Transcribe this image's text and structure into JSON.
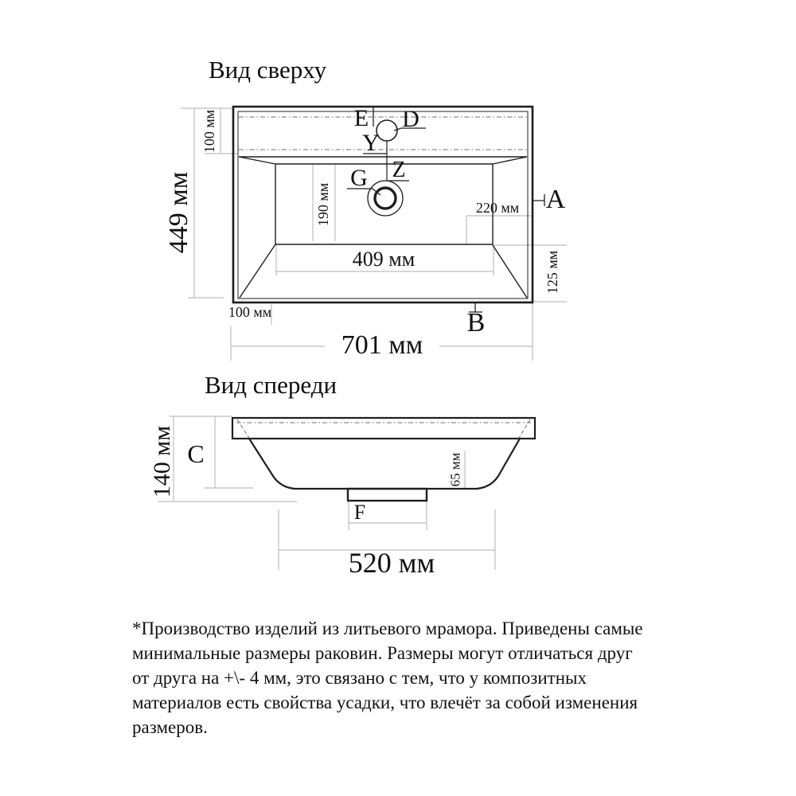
{
  "colors": {
    "background": "#ffffff",
    "line": "#1f1f1f",
    "dimension_line": "#bdbdbd",
    "dashed_line": "#6f6f6f",
    "text": "#111111"
  },
  "top_view": {
    "title": "Вид сверху",
    "dim_overall_height": "449 мм",
    "dim_rim_top": "100 мм",
    "dim_rim_left": "100 мм",
    "dim_bowl_depth": "190 мм",
    "dim_drain_offset_right": "220 мм",
    "dim_bowl_width": "409 мм",
    "dim_back_gap": "125 мм",
    "dim_overall_width": "701 мм",
    "label_a": "A",
    "label_b": "B",
    "label_d": "D",
    "label_e": "E",
    "label_g": "G",
    "label_y": "Y",
    "label_z": "Z"
  },
  "front_view": {
    "title": "Вид спереди",
    "dim_overall_height": "140 мм",
    "dim_bowl_inner_height": "65 мм",
    "dim_base_width": "520 мм",
    "label_c": "C",
    "label_f": "F"
  },
  "footnote": "*Производство изделий из литьевого мрамора. Приведены самые минимальные размеры раковин. Размеры могут отличаться друг от друга на +\\- 4 мм, это связано с тем, что у композитных материалов есть свойства усадки, что влечёт за собой изменения размеров."
}
